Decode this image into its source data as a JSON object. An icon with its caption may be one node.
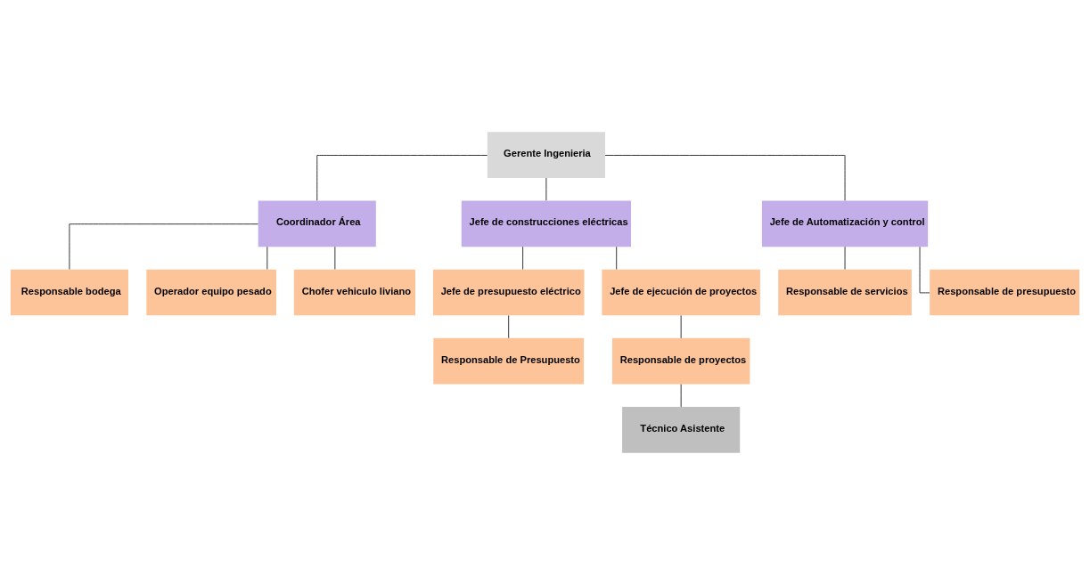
{
  "diagram": {
    "nodes": [
      {
        "text": [
          "Gerente Ingenieria"
        ]
      },
      {
        "text": [
          "Coordinador Área"
        ]
      },
      {
        "text": [
          "Jefe de construcciones eléctricas"
        ]
      },
      {
        "text": [
          "Jefe de Automatización y control"
        ]
      },
      {
        "text": [
          "Responsable bodega"
        ]
      },
      {
        "text": [
          "Operador equipo pesado"
        ]
      },
      {
        "text": [
          "Chofer vehiculo liviano"
        ]
      },
      {
        "text": [
          "Jefe de presupuesto eléctrico"
        ]
      },
      {
        "text": [
          "Jefe de ejecución de proyectos"
        ]
      },
      {
        "text": [
          "Responsable de Presupuesto"
        ]
      },
      {
        "text": [
          "Responsable de proyectos"
        ]
      },
      {
        "text": [
          "Técnico Asistente"
        ]
      },
      {
        "text": [
          "Responsable de servicios"
        ]
      },
      {
        "text": [
          "Responsable de presupuesto"
        ]
      }
    ],
    "edges": [
      {
        "from": 0,
        "to": 1,
        "arrow": "none"
      },
      {
        "from": 0,
        "to": 2,
        "arrow": "none"
      },
      {
        "from": 0,
        "to": 3,
        "arrow": "none"
      },
      {
        "from": 1,
        "to": 4,
        "arrow": "none"
      },
      {
        "from": 1,
        "to": 5,
        "arrow": "none"
      },
      {
        "from": 1,
        "to": 6,
        "arrow": "none"
      },
      {
        "from": 2,
        "to": 7,
        "arrow": "none"
      },
      {
        "from": 2,
        "to": 8,
        "arrow": "none"
      },
      {
        "from": 7,
        "to": 9,
        "arrow": "none"
      },
      {
        "from": 8,
        "to": 10,
        "arrow": "none"
      },
      {
        "from": 10,
        "to": 11,
        "arrow": "none"
      },
      {
        "from": 3,
        "to": 12,
        "arrow": "none"
      },
      {
        "from": 3,
        "to": 13,
        "arrow": "none"
      }
    ]
  }
}
